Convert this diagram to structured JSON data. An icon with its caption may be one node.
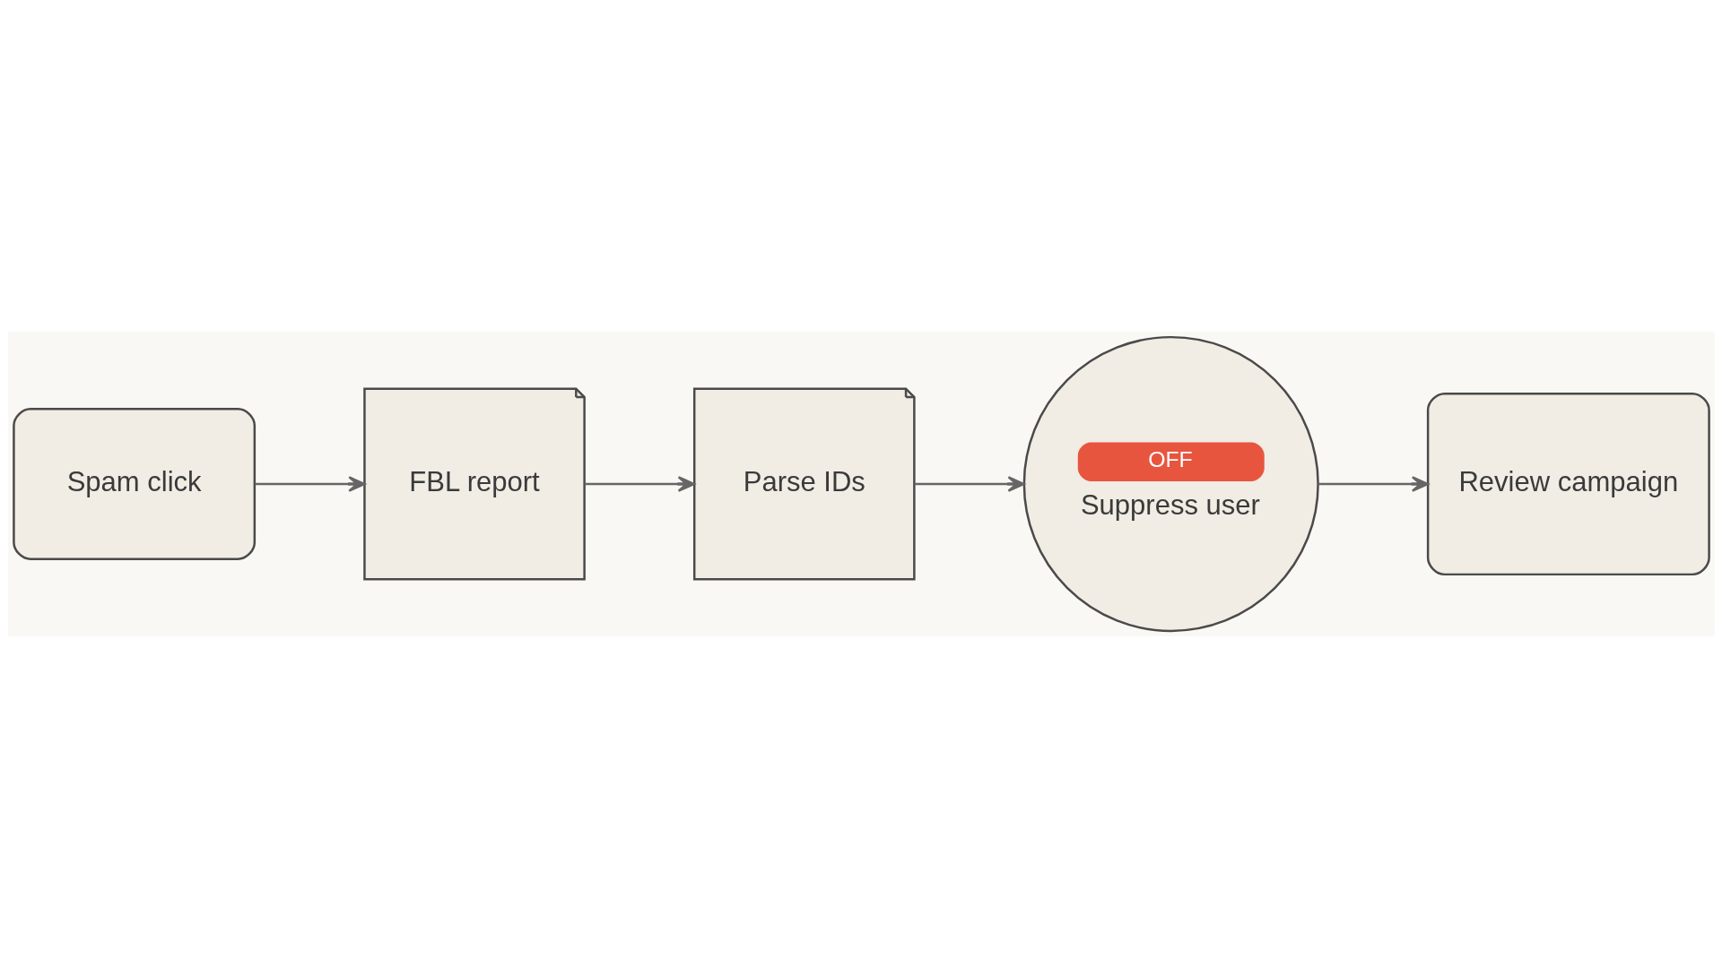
{
  "diagram": {
    "nodes": [
      {
        "text": [
          "Spam click"
        ]
      },
      {
        "text": [
          "FBL report"
        ]
      },
      {
        "text": [
          "Parse IDs"
        ]
      },
      {
        "text": [
          "OFF",
          "Suppress user"
        ]
      },
      {
        "text": [
          "Review campaign"
        ]
      }
    ],
    "edges": [
      {
        "from": 0,
        "to": 1,
        "arrow": "to"
      },
      {
        "from": 1,
        "to": 2,
        "arrow": "to"
      },
      {
        "from": 2,
        "to": 3,
        "arrow": "to"
      },
      {
        "from": 3,
        "to": 4,
        "arrow": "to"
      }
    ]
  }
}
